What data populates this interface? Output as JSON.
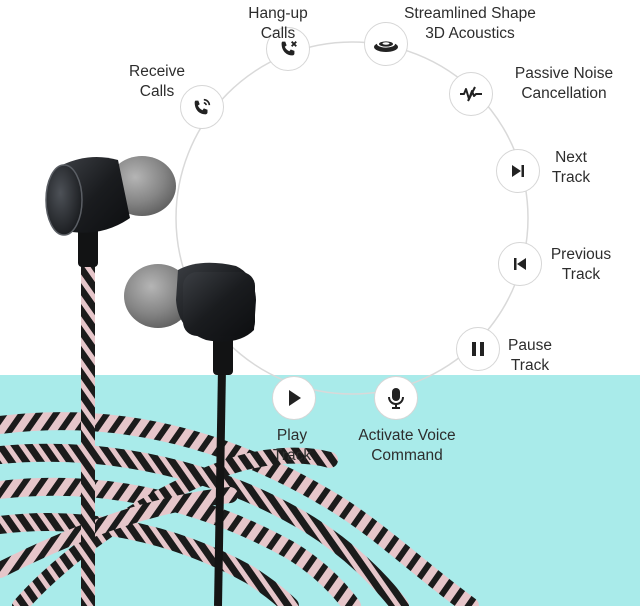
{
  "features": [
    {
      "id": "hang-up-calls",
      "icon": "phone-hangup-icon",
      "lines": [
        "Hang-up",
        "Calls"
      ]
    },
    {
      "id": "streamlined-shape",
      "icon": "speaker-disc-icon",
      "lines": [
        "Streamlined Shape",
        "3D Acoustics"
      ]
    },
    {
      "id": "passive-noise-cancellation",
      "icon": "soundwave-cancel-icon",
      "lines": [
        "Passive Noise",
        "Cancellation"
      ]
    },
    {
      "id": "next-track",
      "icon": "next-track-icon",
      "lines": [
        "Next",
        "Track"
      ]
    },
    {
      "id": "previous-track",
      "icon": "previous-track-icon",
      "lines": [
        "Previous",
        "Track"
      ]
    },
    {
      "id": "pause-track",
      "icon": "pause-icon",
      "lines": [
        "Pause",
        "Track"
      ]
    },
    {
      "id": "activate-voice-command",
      "icon": "microphone-icon",
      "lines": [
        "Activate Voice",
        "Command"
      ]
    },
    {
      "id": "play-track",
      "icon": "play-icon",
      "lines": [
        "Play",
        "Track"
      ]
    },
    {
      "id": "receive-calls",
      "icon": "phone-ringing-icon",
      "lines": [
        "Receive",
        "Calls"
      ]
    }
  ],
  "colors": {
    "background_top": "#ffffff",
    "background_bottom": "#a9ebea",
    "circle_line": "#d9d9d9",
    "icon_color": "#222222",
    "text": "#2d2d2d",
    "earbud_body": "#1d1f22",
    "eartip": "#8b8b8b",
    "cable_pink": "#e9c9cc",
    "cable_dark": "#1b1b1b"
  }
}
